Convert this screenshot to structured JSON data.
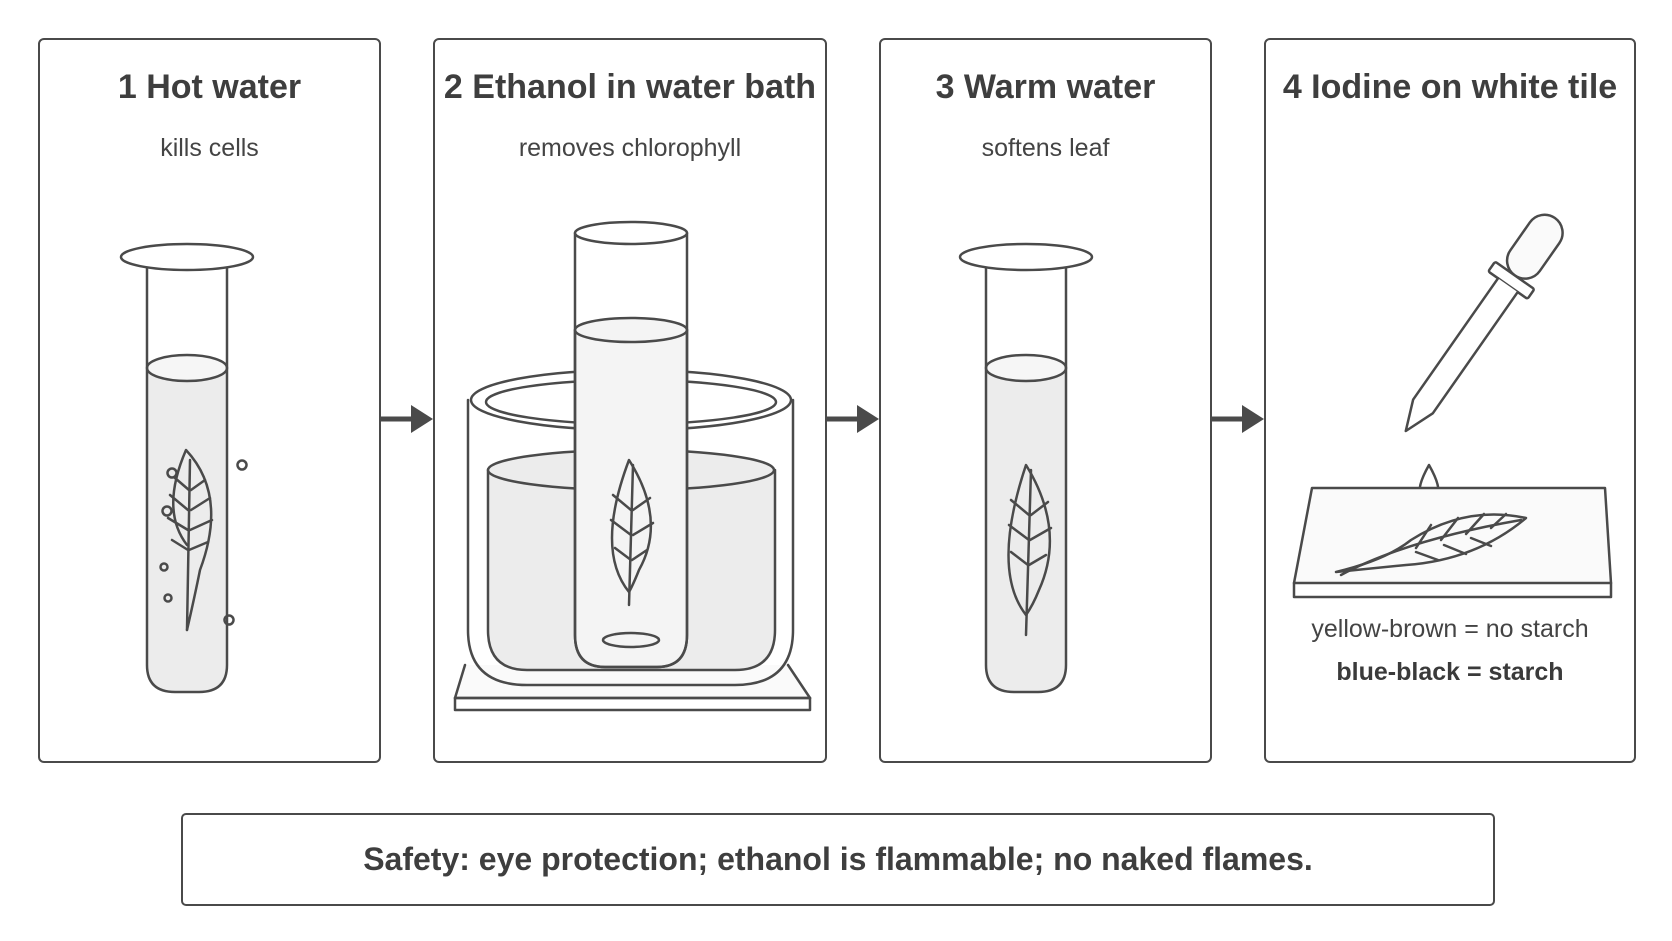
{
  "steps": [
    {
      "title": "1 Hot water",
      "subtitle": "kills cells"
    },
    {
      "title": "2 Ethanol in water bath",
      "subtitle": "removes chlorophyll"
    },
    {
      "title": "3 Warm water",
      "subtitle": "softens leaf"
    },
    {
      "title": "4 Iodine on white tile",
      "subtitle": ""
    }
  ],
  "results": {
    "negative": "yellow-brown = no starch",
    "positive": "blue-black = starch"
  },
  "safety_note": "Safety: eye protection; ethanol is flammable; no naked flames.",
  "colors": {
    "stroke": "#4a4a4a",
    "liquid": "#ececec",
    "text": "#3e3e3e"
  }
}
